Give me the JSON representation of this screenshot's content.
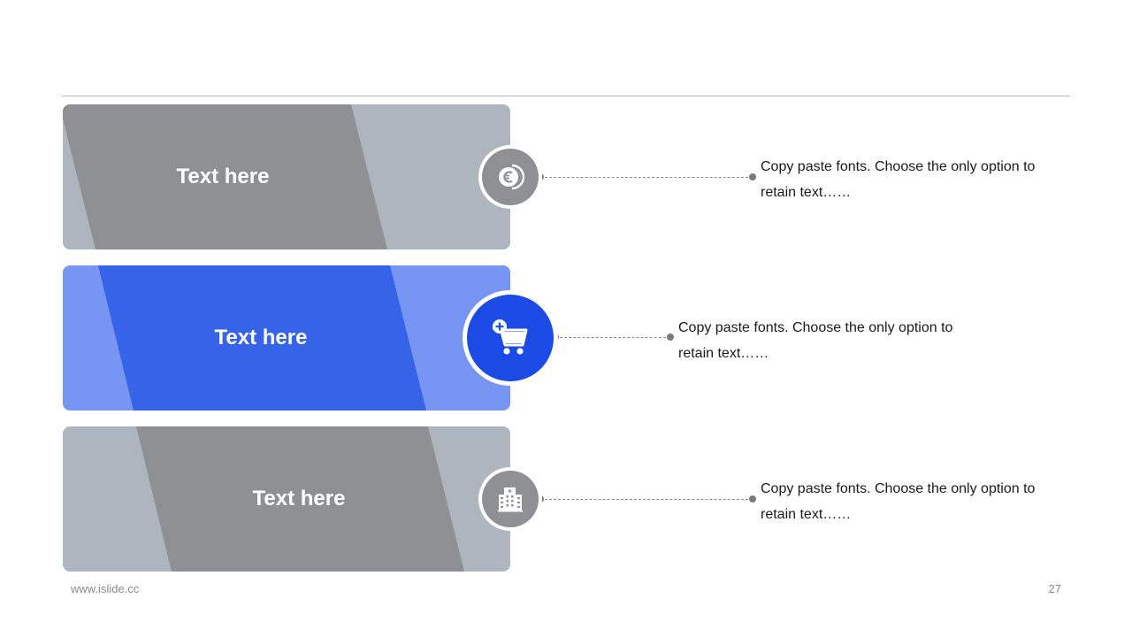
{
  "rows": [
    {
      "label": "Text here",
      "description": "Copy paste fonts. Choose the only option to retain text……",
      "icon": "euro-coins-icon",
      "colors": {
        "light": "#adb5be",
        "dark": "#8e9094",
        "badge": "#8e9094"
      }
    },
    {
      "label": "Text here",
      "description": "Copy paste fonts. Choose the only option to retain text……",
      "icon": "shopping-cart-add-icon",
      "colors": {
        "light": "#7795f2",
        "dark": "#3663e8",
        "badge": "#1b4ae5"
      }
    },
    {
      "label": "Text here",
      "description": "Copy paste fonts. Choose the only option to retain text……",
      "icon": "office-building-icon",
      "colors": {
        "light": "#adb5be",
        "dark": "#8e9094",
        "badge": "#8e9094"
      }
    }
  ],
  "footer": {
    "url": "www.islide.cc",
    "page_number": "27"
  }
}
